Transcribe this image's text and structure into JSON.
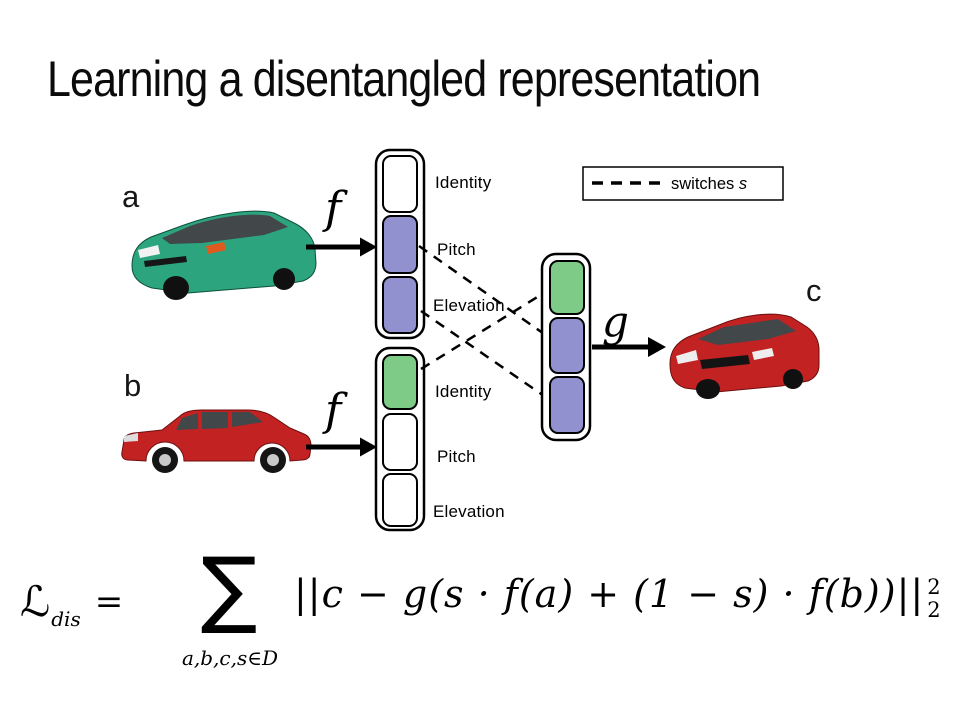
{
  "title": "Learning a disentangled representation",
  "colors": {
    "cell_purple": "#9191d0",
    "cell_green": "#7dcb86",
    "cell_white": "#ffffff",
    "car_teal": "#2ca57e",
    "car_red": "#c32222",
    "window_dark": "#424749"
  },
  "cars": {
    "a_label": "a",
    "b_label": "b",
    "c_label": "c"
  },
  "functions": {
    "f_a": "f",
    "f_b": "f",
    "g": "g"
  },
  "vector_labels": {
    "identity": "Identity",
    "pitch": "Pitch",
    "elevation": "Elevation"
  },
  "legend": {
    "text": "switches",
    "var": "s"
  },
  "formula": {
    "loss": "ℒ",
    "loss_sub": "dis",
    "equals": "=",
    "sum": "∑",
    "sum_sub": "a,b,c,s∈D",
    "body": "||c − g(s · f(a) + (1 − s) · f(b))||",
    "sup": "2",
    "sub": "2"
  }
}
